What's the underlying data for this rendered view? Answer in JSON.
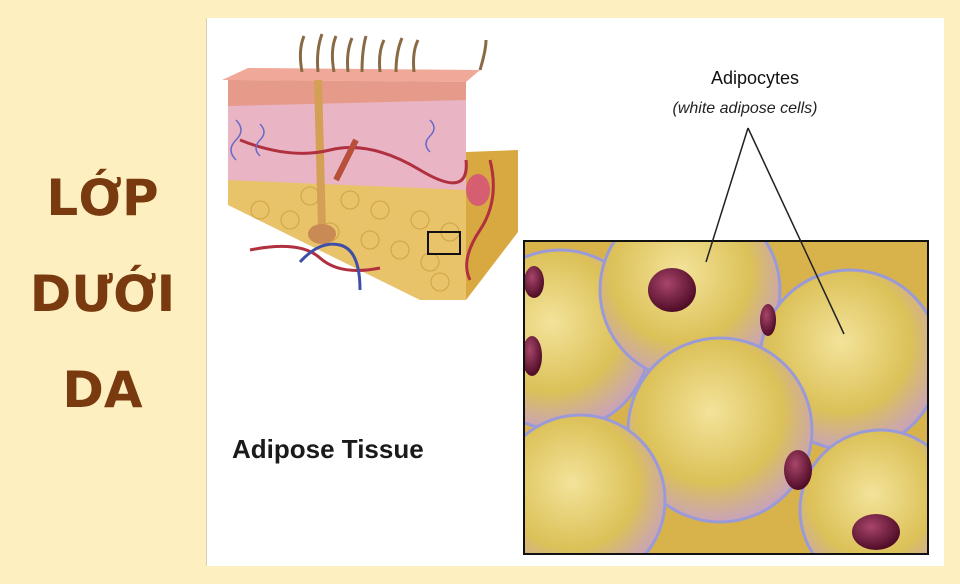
{
  "side_title": {
    "line1": "LỚP",
    "line2": "DƯỚI",
    "line3": "DA"
  },
  "diagram": {
    "tissue_label": "Adipose Tissue",
    "cells_label": "Adipocytes",
    "cells_sublabel": "(white adipose cells)"
  },
  "colors": {
    "background": "#fdefc0",
    "title": "#7a3a10",
    "fat": "#e7c85a",
    "nucleus": "#6b1634"
  }
}
